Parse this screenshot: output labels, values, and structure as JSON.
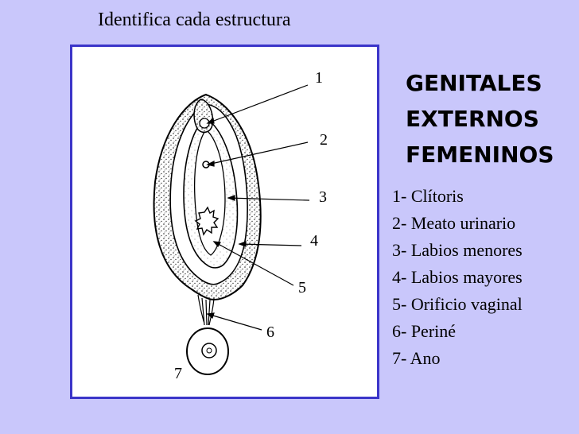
{
  "heading": "Identifica cada estructura",
  "title_lines": [
    "GENITALES",
    "EXTERNOS",
    "FEMENINOS"
  ],
  "labels": [
    "1",
    "2",
    "3",
    "4",
    "5",
    "6",
    "7"
  ],
  "legend": [
    "1- Clítoris",
    "2- Meato urinario",
    "3- Labios menores",
    "4- Labios mayores",
    "5- Orificio vaginal",
    "6- Periné",
    "7- Ano"
  ],
  "colors": {
    "background": "#c9c7fb",
    "panel_border": "#3b35c9"
  }
}
